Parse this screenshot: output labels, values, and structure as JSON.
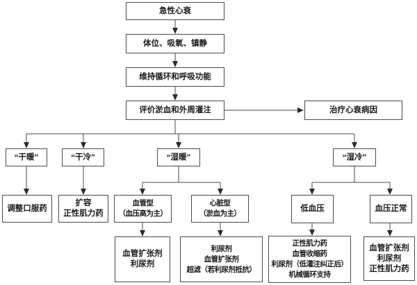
{
  "colors": {
    "background": "#ffffff",
    "line": "#4a4a4a",
    "box_border": "#4a4a4a",
    "text": "#1a1a1a"
  },
  "diagram": {
    "type": "flowchart",
    "topic": "急性心衰",
    "nodes": {
      "acute_hf": {
        "lines": [
          "急性心衰"
        ]
      },
      "initial_measures": {
        "lines": [
          "体位、吸氧、镇静"
        ]
      },
      "maintain_function": {
        "lines": [
          "维持循环和呼吸功能"
        ]
      },
      "evaluate": {
        "lines": [
          "评价淤血和外周灌注"
        ]
      },
      "treat_cause": {
        "lines": [
          "治疗心衰病因"
        ]
      },
      "dry_warm": {
        "lines": [
          "“干暖”"
        ]
      },
      "dry_cold": {
        "lines": [
          "“干冷”"
        ]
      },
      "wet_warm": {
        "lines": [
          "“湿暖”"
        ]
      },
      "wet_cold": {
        "lines": [
          "“湿冷”"
        ]
      },
      "adjust_oral": {
        "lines": [
          "调整口服药"
        ]
      },
      "expansion_inotropes": {
        "lines": [
          "扩容",
          "正性肌力药"
        ]
      },
      "vascular_type": {
        "lines": [
          "血管型",
          "（血压高为主）"
        ]
      },
      "cardiac_type": {
        "lines": [
          "心脏型",
          "（淤血为主）"
        ]
      },
      "hypotension": {
        "lines": [
          "低血压"
        ]
      },
      "normal_bp": {
        "lines": [
          "血压正常"
        ]
      },
      "vasodilator_diuretic": {
        "lines": [
          "血管扩张剂",
          "利尿剂"
        ]
      },
      "diuretic_vasodilator_uf": {
        "lines": [
          "利尿剂",
          "血管扩张剂",
          "超滤（若利尿剂抵抗）"
        ]
      },
      "inotrope_group": {
        "lines": [
          "正性肌力药",
          "血管收缩药",
          "利尿剂（低灌注纠正后）",
          "机械循环支持"
        ]
      },
      "vasodilator_group": {
        "lines": [
          "血管扩张剂",
          "利尿剂",
          "正性肌力药"
        ]
      }
    }
  }
}
